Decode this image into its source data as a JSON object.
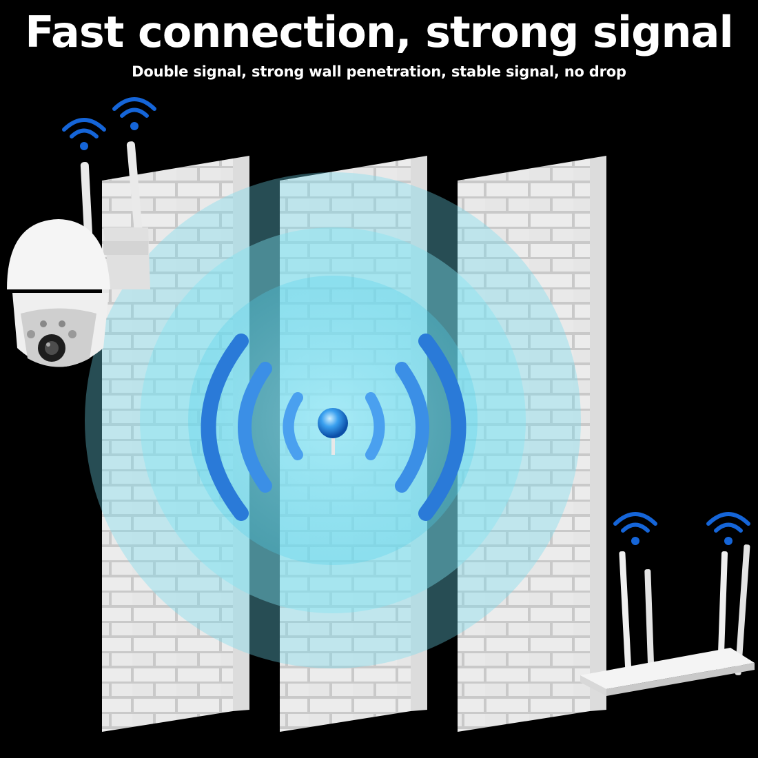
{
  "banner": {
    "headline": "Fast connection, strong signal",
    "subheadline": "Double signal, strong wall penetration, stable signal, no drop"
  },
  "scene": {
    "walls": 3,
    "wifi_icons_on_camera": 2,
    "wifi_icons_on_router": 2,
    "router_antennas": 4,
    "colors": {
      "background": "#000000",
      "wifi_blue": "#1565d8",
      "signal_cyan": "#7fe0f0",
      "signal_arc": "#3a9be8",
      "brick": "#e8e8e8",
      "mortar": "#c8c8c8",
      "device_white": "#f4f4f4"
    }
  }
}
